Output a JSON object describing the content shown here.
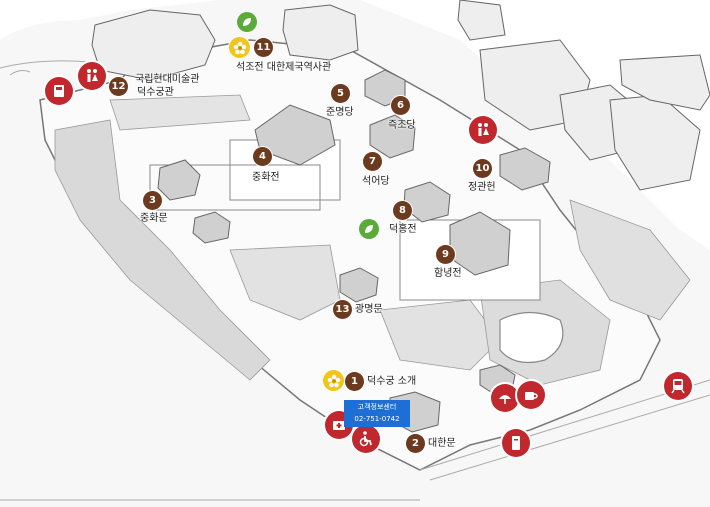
{
  "places": [
    {
      "num": "1",
      "name": "덕수궁 소개"
    },
    {
      "num": "2",
      "name": "대한문"
    },
    {
      "num": "3",
      "name": "중화문"
    },
    {
      "num": "4",
      "name": "중화전"
    },
    {
      "num": "5",
      "name": "준명당"
    },
    {
      "num": "6",
      "name": "즉조당"
    },
    {
      "num": "7",
      "name": "석어당"
    },
    {
      "num": "8",
      "name": "덕홍전"
    },
    {
      "num": "9",
      "name": "함녕전"
    },
    {
      "num": "10",
      "name": "정관헌"
    },
    {
      "num": "11",
      "name": "석조전 대한제국역사관"
    },
    {
      "num": "12",
      "name_line1": "국립현대미술관",
      "name_line2": "덕수궁관"
    },
    {
      "num": "13",
      "name": "광명문"
    }
  ],
  "info_center": {
    "title": "고객정보센터",
    "phone": "02-751-0742"
  },
  "colors": {
    "marker": "#6b3a1f",
    "facility": "#c0282d",
    "info": "#1d6fd6",
    "flower": "#f3c419",
    "leaf": "#5aab3a"
  },
  "facility_icons": [
    "restroom-icon",
    "atm-icon",
    "restroom-icon",
    "first-aid-icon",
    "wheelchair-icon",
    "souvenir-icon",
    "cafe-icon",
    "locker-icon",
    "subway-icon"
  ]
}
